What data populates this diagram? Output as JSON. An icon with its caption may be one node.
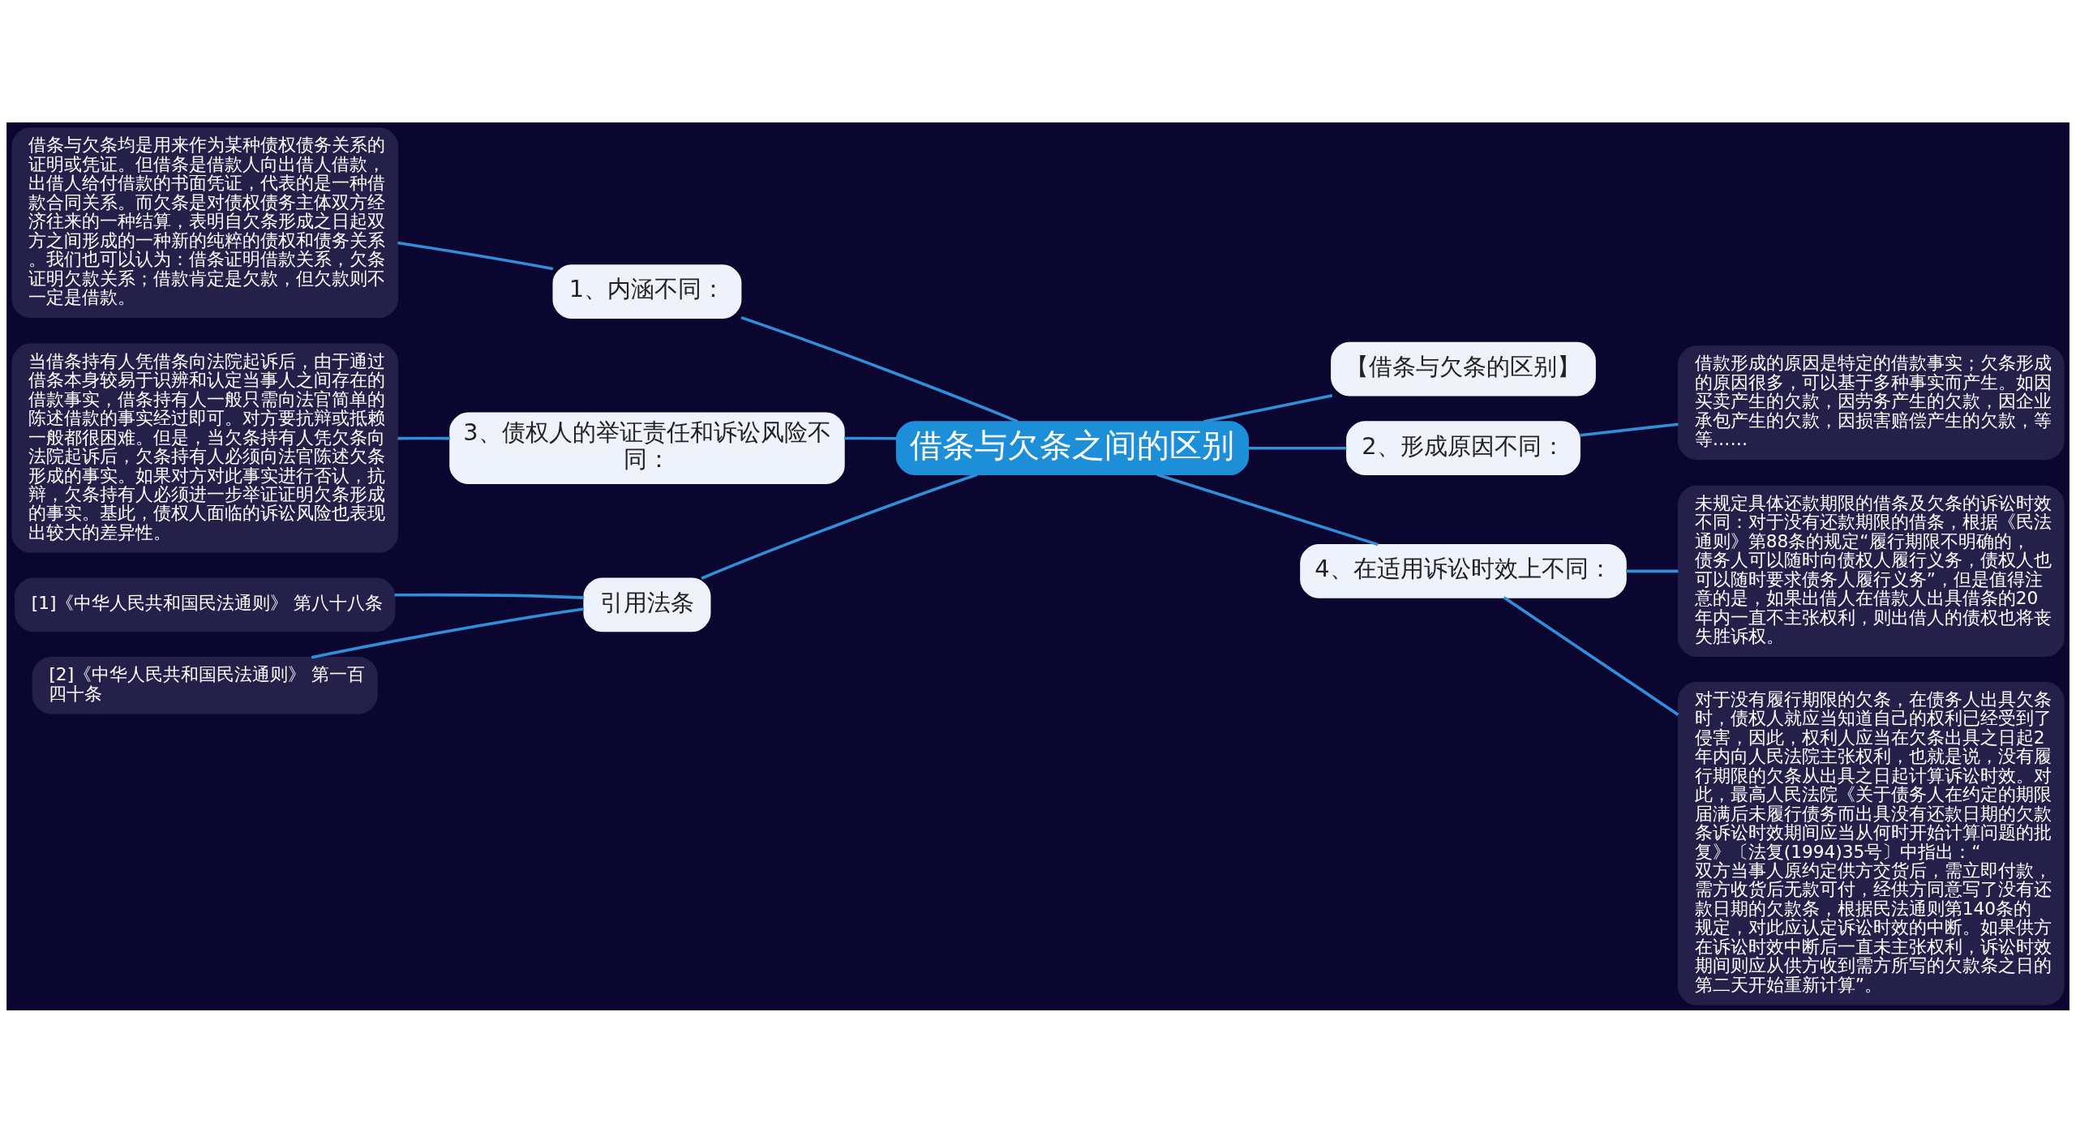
{
  "diagram": {
    "nodes": [
      {
        "text": [
          "借条与欠条之间的区别"
        ]
      },
      {
        "text": [
          "1、内涵不同："
        ]
      },
      {
        "text": [
          "借条与欠条均是用来作为某种债权债务关系的证明或凭证。但借条是借款人向出借人借款，出借人给付借款的书面凭证，代表的是一种借款合同关系。而欠条是对债权债务主体双方经济往来的一种结算，表明自欠条形成之日起双方之间形成的一种新的纯粹的债权和债务关系。我们也可以认为：借条证明借款关系，欠条证明欠款关系；借款肯定是欠款，但欠款则不一定是借款。"
        ]
      },
      {
        "text": [
          "3、债权人的举证责任和诉讼风险不同："
        ]
      },
      {
        "text": [
          "当借条持有人凭借条向法院起诉后，由于通过借条本身较易于识辨和认定当事人之间存在的借款事实，借条持有人一般只需向法官简单的陈述借款的事实经过即可。对方要抗辩或抵赖一般都很困难。但是，当欠条持有人凭欠条向法院起诉后，欠条持有人必须向法官陈述欠条形成的事实。如果对方对此事实进行否认，抗辩，欠条持有人必须进一步举证证明欠条形成的事实。基此，债权人面临的诉讼风险也表现出较大的差异性。"
        ]
      },
      {
        "text": [
          "引用法条"
        ]
      },
      {
        "text": [
          "[1]《中华人民共和国民法通则》 第八十八条"
        ]
      },
      {
        "text": [
          "[2]《中华人民共和国民法通则》 第一百四十条"
        ]
      },
      {
        "text": [
          "【借条与欠条的区别】"
        ]
      },
      {
        "text": [
          "2、形成原因不同："
        ]
      },
      {
        "text": [
          "借款形成的原因是特定的借款事实；欠条形成的原因很多，可以基于多种事实而产生。如因买卖产生的欠款，因劳务产生的欠款，因企业承包产生的欠款，因损害赔偿产生的欠款，等等……"
        ]
      },
      {
        "text": [
          "4、在适用诉讼时效上不同："
        ]
      },
      {
        "text": [
          "未规定具体还款期限的借条及欠条的诉讼时效不同：对于没有还款期限的借条，根据《民法通则》第88条的规定“履行期限不明确的，债务人可以随时向债权人履行义务，债权人也可以随时要求债务人履行义务”，但是值得注意的是，如果出借人在借款人出具借条的20年内一直不主张权利，则出借人的债权也将丧失胜诉权。"
        ]
      },
      {
        "text": [
          "对于没有履行期限的欠条，在债务人出具欠条时，债权人就应当知道自己的权利已经受到了侵害，因此，权利人应当在欠条出具之日起2年内向人民法院主张权利，也就是说，没有履行期限的欠条从出具之日起计算诉讼时效。对此，最高人民法院《关于债务人在约定的期限届满后未履行债务而出具没有还款日期的欠款条诉讼时效期间应当从何时开始计算问题的批复》〔法复(1994)35号〕中指出：“双方当事人原约定供方交货后，需立即付款，需方收货后无款可付，经供方同意写了没有还款日期的欠款条，根据民法通则第140条的规定，对此应认定诉讼时效的中断。如果供方在诉讼时效中断后一直未主张权利，诉讼时效期间则应从供方收到需方所写的欠款条之日的第二天开始重新计算”。"
        ]
      }
    ],
    "edges": [
      {
        "from": 0,
        "to": 1,
        "arrow": "none"
      },
      {
        "from": 1,
        "to": 2,
        "arrow": "none"
      },
      {
        "from": 0,
        "to": 3,
        "arrow": "none"
      },
      {
        "from": 3,
        "to": 4,
        "arrow": "none"
      },
      {
        "from": 0,
        "to": 5,
        "arrow": "none"
      },
      {
        "from": 5,
        "to": 6,
        "arrow": "none"
      },
      {
        "from": 5,
        "to": 7,
        "arrow": "none"
      },
      {
        "from": 0,
        "to": 8,
        "arrow": "none"
      },
      {
        "from": 0,
        "to": 9,
        "arrow": "none"
      },
      {
        "from": 9,
        "to": 10,
        "arrow": "none"
      },
      {
        "from": 0,
        "to": 11,
        "arrow": "none"
      },
      {
        "from": 11,
        "to": 12,
        "arrow": "none"
      },
      {
        "from": 11,
        "to": 13,
        "arrow": "none"
      }
    ]
  }
}
